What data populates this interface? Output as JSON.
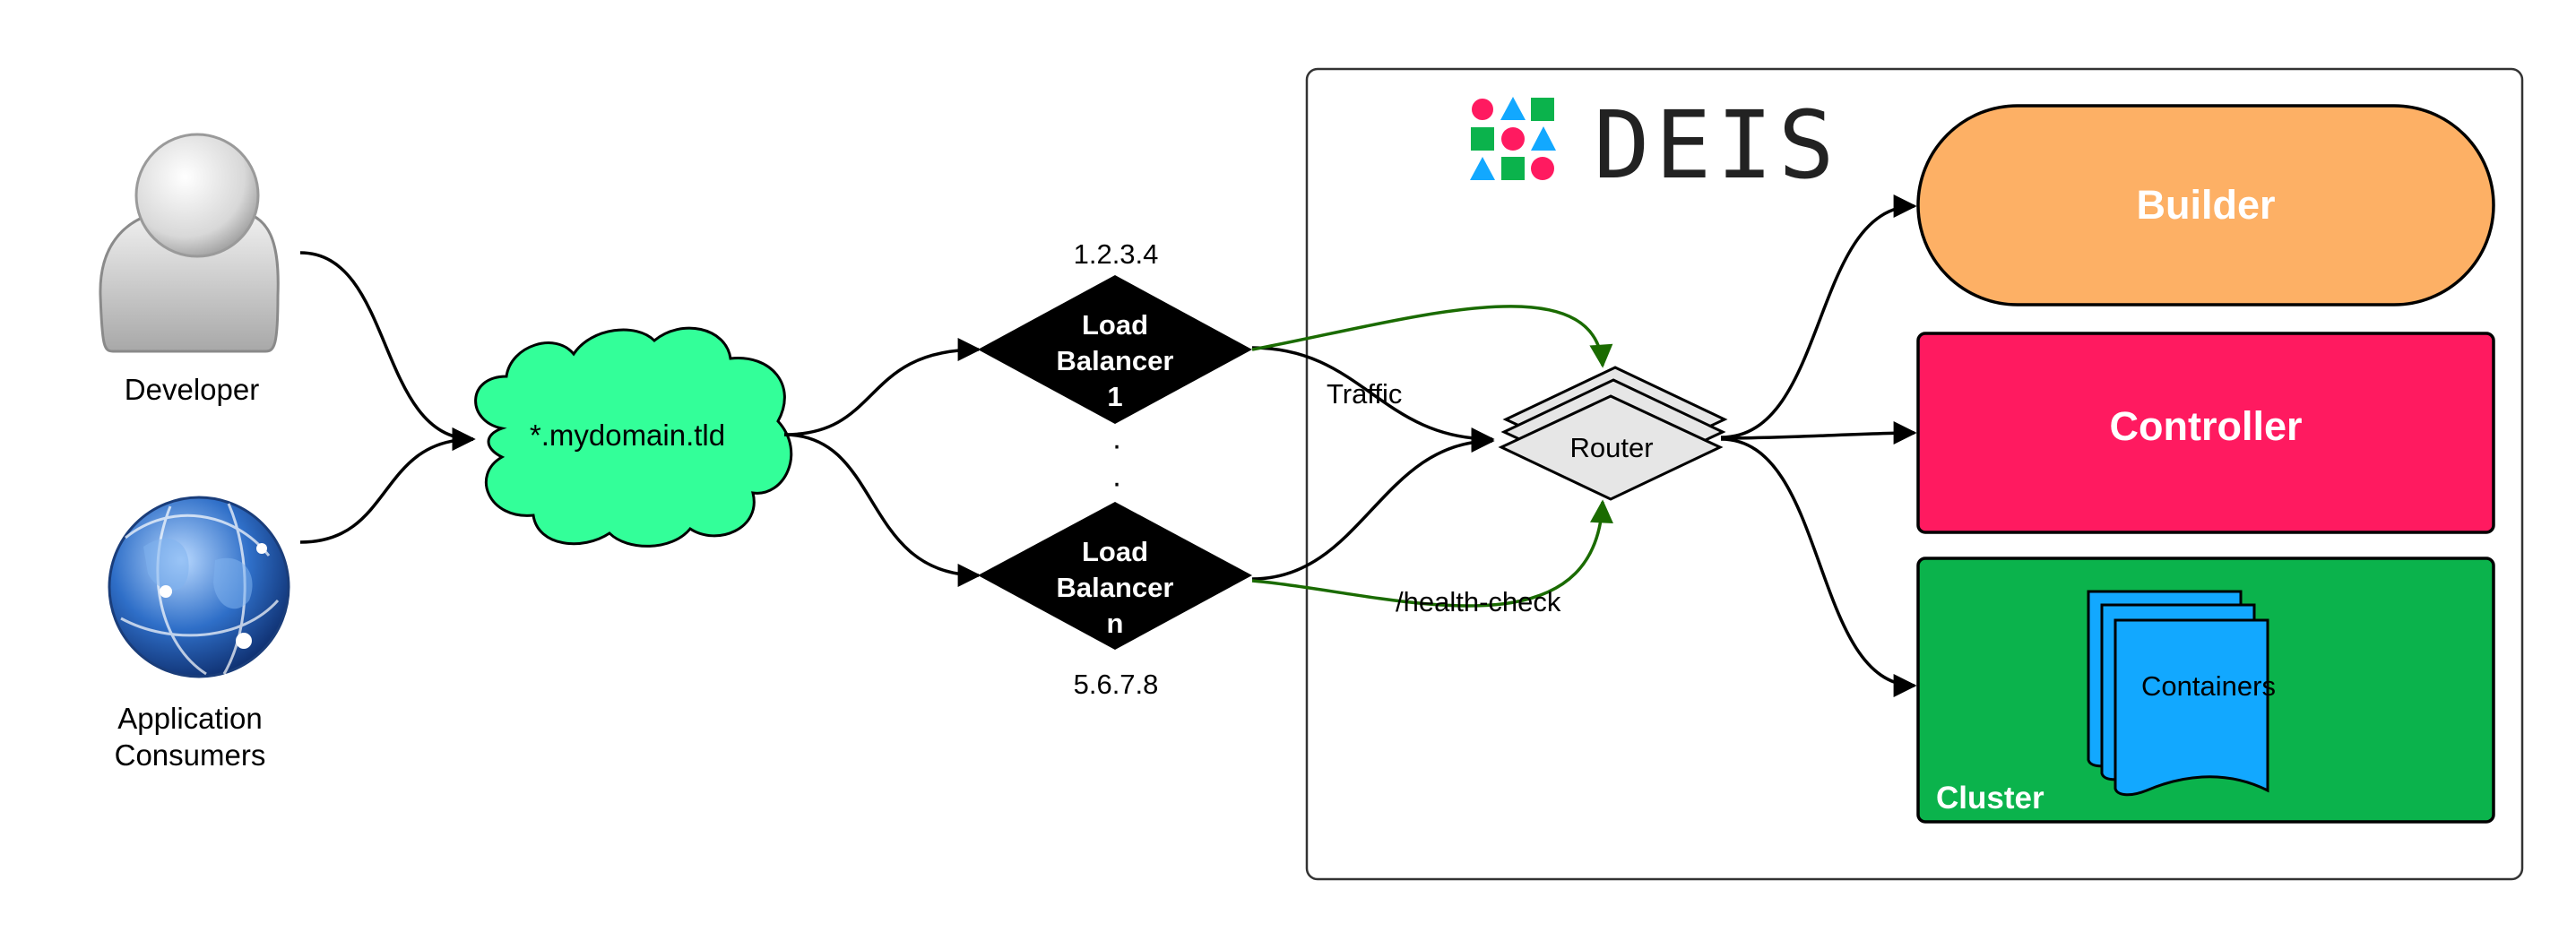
{
  "actors": {
    "developer": {
      "label": "Developer"
    },
    "consumers": {
      "label_line1": "Application",
      "label_line2": "Consumers"
    }
  },
  "dns": {
    "label": "*.mydomain.tld"
  },
  "load_balancers": [
    {
      "ip": "1.2.3.4",
      "line1": "Load",
      "line2": "Balancer",
      "line3": "1"
    },
    {
      "ip": "5.6.7.8",
      "line1": "Load",
      "line2": "Balancer",
      "line3": "n"
    }
  ],
  "ellipsis": [
    "·",
    "·"
  ],
  "edge_labels": {
    "traffic": "Traffic",
    "health_check": "/health-check"
  },
  "deis": {
    "logo_text": "DEIS",
    "router": "Router",
    "builder": "Builder",
    "controller": "Controller",
    "containers": "Containers",
    "cluster": "Cluster"
  },
  "colors": {
    "cloud": "#33ff99",
    "builder": "#fdb065",
    "controller": "#ff1a60",
    "cluster": "#0bb34c",
    "containers": "#12a8ff",
    "router": "#e6e6e6",
    "health_arrow": "#1a6b00",
    "logo_pink": "#ff1a60",
    "logo_blue": "#12a8ff",
    "logo_green": "#0bb34c"
  }
}
